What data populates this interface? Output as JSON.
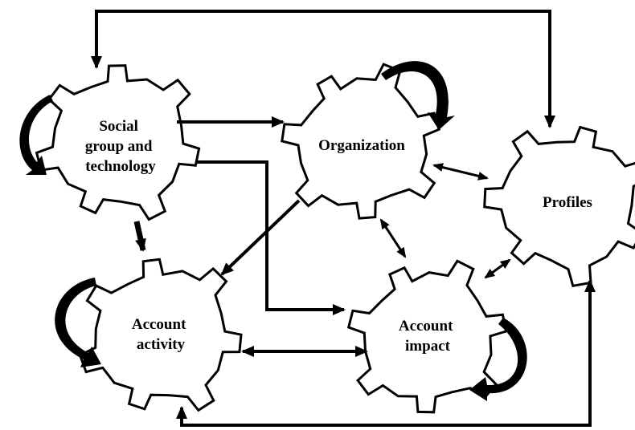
{
  "nodes": {
    "social": {
      "lines": [
        "Social",
        "group and",
        "technology"
      ]
    },
    "organization": {
      "lines": [
        "Organization"
      ]
    },
    "profiles": {
      "lines": [
        "Profiles"
      ]
    },
    "account_activity": {
      "lines": [
        "Account",
        "activity"
      ]
    },
    "account_impact": {
      "lines": [
        "Account",
        "impact"
      ]
    }
  },
  "colors": {
    "stroke": "#000000",
    "fill": "#ffffff"
  }
}
